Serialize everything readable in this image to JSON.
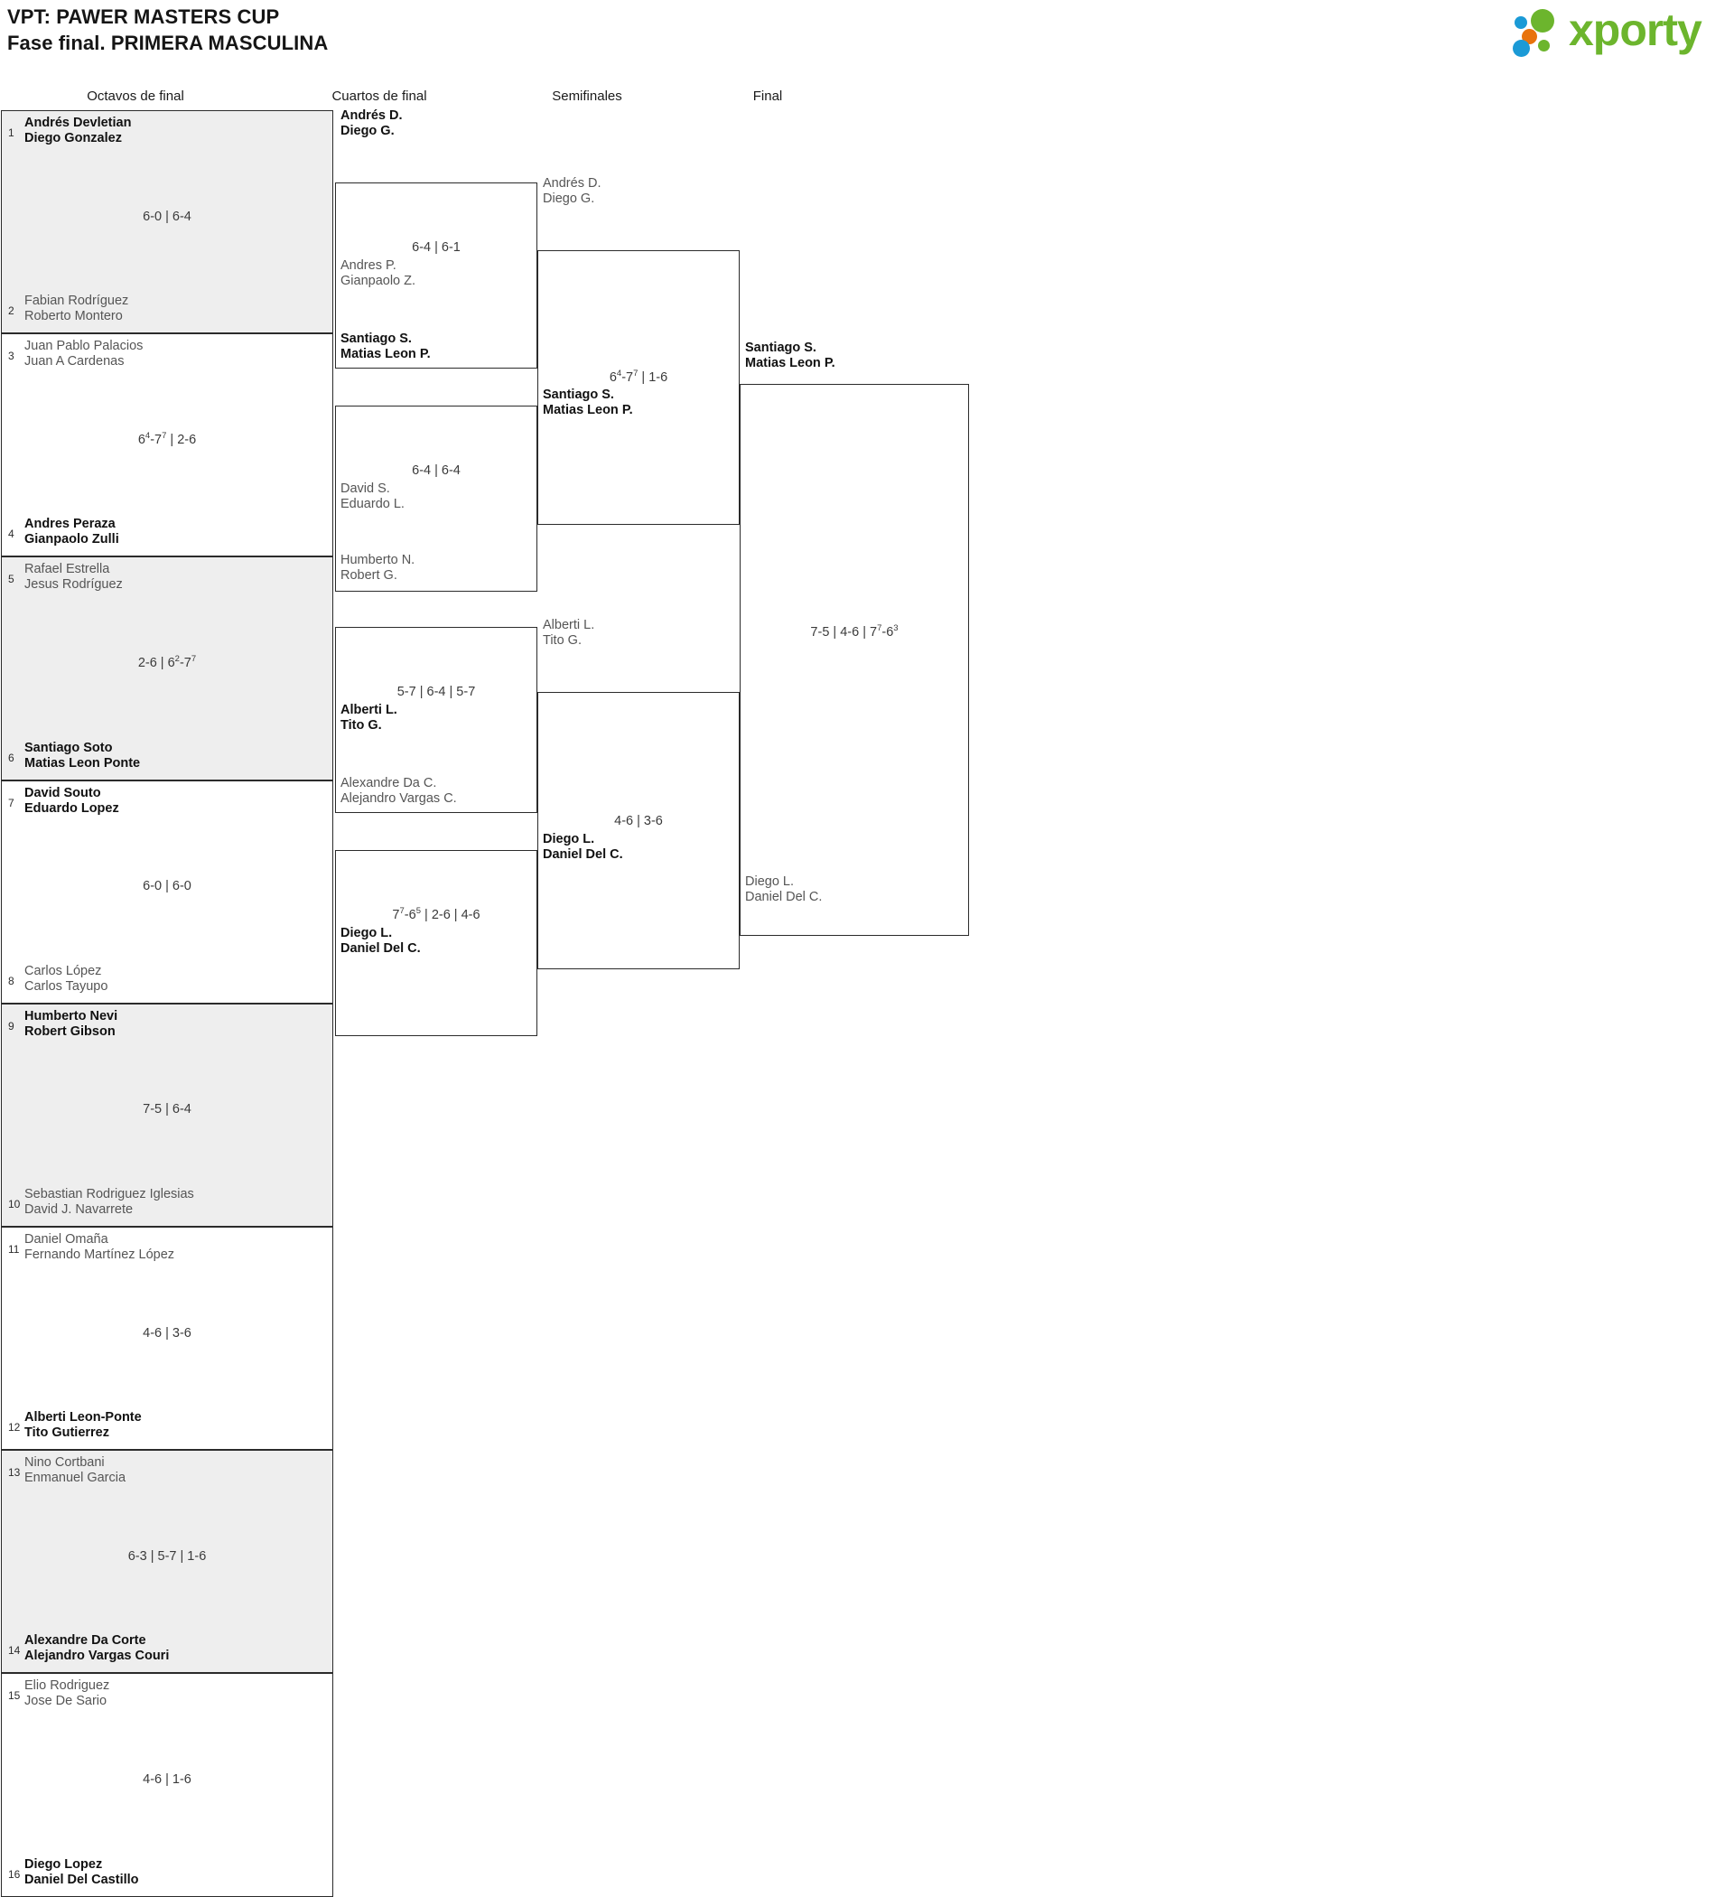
{
  "header": {
    "title_line1": "VPT: PAWER MASTERS CUP",
    "title_line2": "Fase final. PRIMERA MASCULINA",
    "logo_text": "xporty",
    "logo_colors": {
      "green": "#6cb52d",
      "blue": "#1b9ad6",
      "orange": "#e8730c"
    }
  },
  "rounds": [
    {
      "label": "Octavos de final"
    },
    {
      "label": "Cuartos de final"
    },
    {
      "label": "Semifinales"
    },
    {
      "label": "Final"
    }
  ],
  "round1": {
    "entries": [
      {
        "seed": "1",
        "p1": "Andrés Devletian",
        "p2": "Diego Gonzalez",
        "status": "winner"
      },
      {
        "seed": "2",
        "p1": "Fabian Rodríguez",
        "p2": "Roberto Montero",
        "status": "loser"
      },
      {
        "seed": "3",
        "p1": "Juan Pablo Palacios",
        "p2": "Juan A Cardenas",
        "status": "loser"
      },
      {
        "seed": "4",
        "p1": "Andres Peraza",
        "p2": "Gianpaolo Zulli",
        "status": "winner"
      },
      {
        "seed": "5",
        "p1": "Rafael Estrella",
        "p2": "Jesus Rodríguez",
        "status": "loser"
      },
      {
        "seed": "6",
        "p1": "Santiago Soto",
        "p2": "Matias Leon Ponte",
        "status": "winner"
      },
      {
        "seed": "7",
        "p1": "David Souto",
        "p2": "Eduardo Lopez",
        "status": "winner"
      },
      {
        "seed": "8",
        "p1": "Carlos López",
        "p2": "Carlos Tayupo",
        "status": "loser"
      },
      {
        "seed": "9",
        "p1": "Humberto Nevi",
        "p2": "Robert Gibson",
        "status": "winner"
      },
      {
        "seed": "10",
        "p1": "Sebastian Rodriguez Iglesias",
        "p2": "David J. Navarrete",
        "status": "loser"
      },
      {
        "seed": "11",
        "p1": "Daniel Omaña",
        "p2": "Fernando Martínez López",
        "status": "loser"
      },
      {
        "seed": "12",
        "p1": "Alberti Leon-Ponte",
        "p2": "Tito Gutierrez",
        "status": "winner"
      },
      {
        "seed": "13",
        "p1": "Nino Cortbani",
        "p2": "Enmanuel Garcia",
        "status": "loser"
      },
      {
        "seed": "14",
        "p1": "Alexandre Da Corte",
        "p2": "Alejandro Vargas Couri",
        "status": "winner"
      },
      {
        "seed": "15",
        "p1": "Elio Rodriguez",
        "p2": "Jose De Sario",
        "status": "loser"
      },
      {
        "seed": "16",
        "p1": "Diego Lopez",
        "p2": "Daniel Del Castillo",
        "status": "winner"
      }
    ],
    "scores": [
      {
        "parts": [
          {
            "t": "6-0 | 6-4"
          }
        ]
      },
      {
        "parts": [
          {
            "t": "6"
          },
          {
            "t": "4",
            "sup": true
          },
          {
            "t": "-7"
          },
          {
            "t": "7",
            "sup": true
          },
          {
            "t": " | 2-6"
          }
        ]
      },
      {
        "parts": [
          {
            "t": "2-6 | 6"
          },
          {
            "t": "2",
            "sup": true
          },
          {
            "t": "-7"
          },
          {
            "t": "7",
            "sup": true
          }
        ]
      },
      {
        "parts": [
          {
            "t": "6-0 | 6-0"
          }
        ]
      },
      {
        "parts": [
          {
            "t": "7-5 | 6-4"
          }
        ]
      },
      {
        "parts": [
          {
            "t": "4-6 | 3-6"
          }
        ]
      },
      {
        "parts": [
          {
            "t": "6-3 | 5-7 | 1-6"
          }
        ]
      },
      {
        "parts": [
          {
            "t": "4-6 | 1-6"
          }
        ]
      }
    ]
  },
  "quarterfinals": {
    "entries": [
      {
        "p1": "Andrés D.",
        "p2": "Diego G.",
        "status": "winner"
      },
      {
        "p1": "Andres P.",
        "p2": "Gianpaolo Z.",
        "status": "loser"
      },
      {
        "p1": "Santiago S.",
        "p2": "Matias Leon P.",
        "status": "winner"
      },
      {
        "p1": "David S.",
        "p2": "Eduardo L.",
        "status": "loser"
      },
      {
        "p1": "Humberto N.",
        "p2": "Robert G.",
        "status": "loser"
      },
      {
        "p1": "Alberti L.",
        "p2": "Tito G.",
        "status": "winner"
      },
      {
        "p1": "Alexandre Da C.",
        "p2": "Alejandro Vargas C.",
        "status": "loser"
      },
      {
        "p1": "Diego L.",
        "p2": "Daniel Del C.",
        "status": "winner"
      }
    ],
    "scores": [
      {
        "parts": [
          {
            "t": "6-4 | 6-1"
          }
        ]
      },
      {
        "parts": [
          {
            "t": "6-4 | 6-4"
          }
        ]
      },
      {
        "parts": [
          {
            "t": "5-7 | 6-4 | 5-7"
          }
        ]
      },
      {
        "parts": [
          {
            "t": "7"
          },
          {
            "t": "7",
            "sup": true
          },
          {
            "t": "-6"
          },
          {
            "t": "5",
            "sup": true
          },
          {
            "t": " | 2-6 | 4-6"
          }
        ]
      }
    ]
  },
  "semifinals": {
    "entries": [
      {
        "p1": "Andrés D.",
        "p2": "Diego G.",
        "status": "loser"
      },
      {
        "p1": "Santiago S.",
        "p2": "Matias Leon P.",
        "status": "winner"
      },
      {
        "p1": "Alberti L.",
        "p2": "Tito G.",
        "status": "loser"
      },
      {
        "p1": "Diego L.",
        "p2": "Daniel Del C.",
        "status": "winner"
      }
    ],
    "scores": [
      {
        "parts": [
          {
            "t": "6"
          },
          {
            "t": "4",
            "sup": true
          },
          {
            "t": "-7"
          },
          {
            "t": "7",
            "sup": true
          },
          {
            "t": " | 1-6"
          }
        ]
      },
      {
        "parts": [
          {
            "t": "4-6 | 3-6"
          }
        ]
      }
    ]
  },
  "final": {
    "entries": [
      {
        "p1": "Santiago S.",
        "p2": "Matias Leon P.",
        "status": "winner"
      },
      {
        "p1": "Diego L.",
        "p2": "Daniel Del C.",
        "status": "loser"
      }
    ],
    "scores": [
      {
        "parts": [
          {
            "t": "7-5 | 4-6 | 7"
          },
          {
            "t": "7",
            "sup": true
          },
          {
            "t": "-6"
          },
          {
            "t": "3",
            "sup": true
          }
        ]
      }
    ]
  }
}
